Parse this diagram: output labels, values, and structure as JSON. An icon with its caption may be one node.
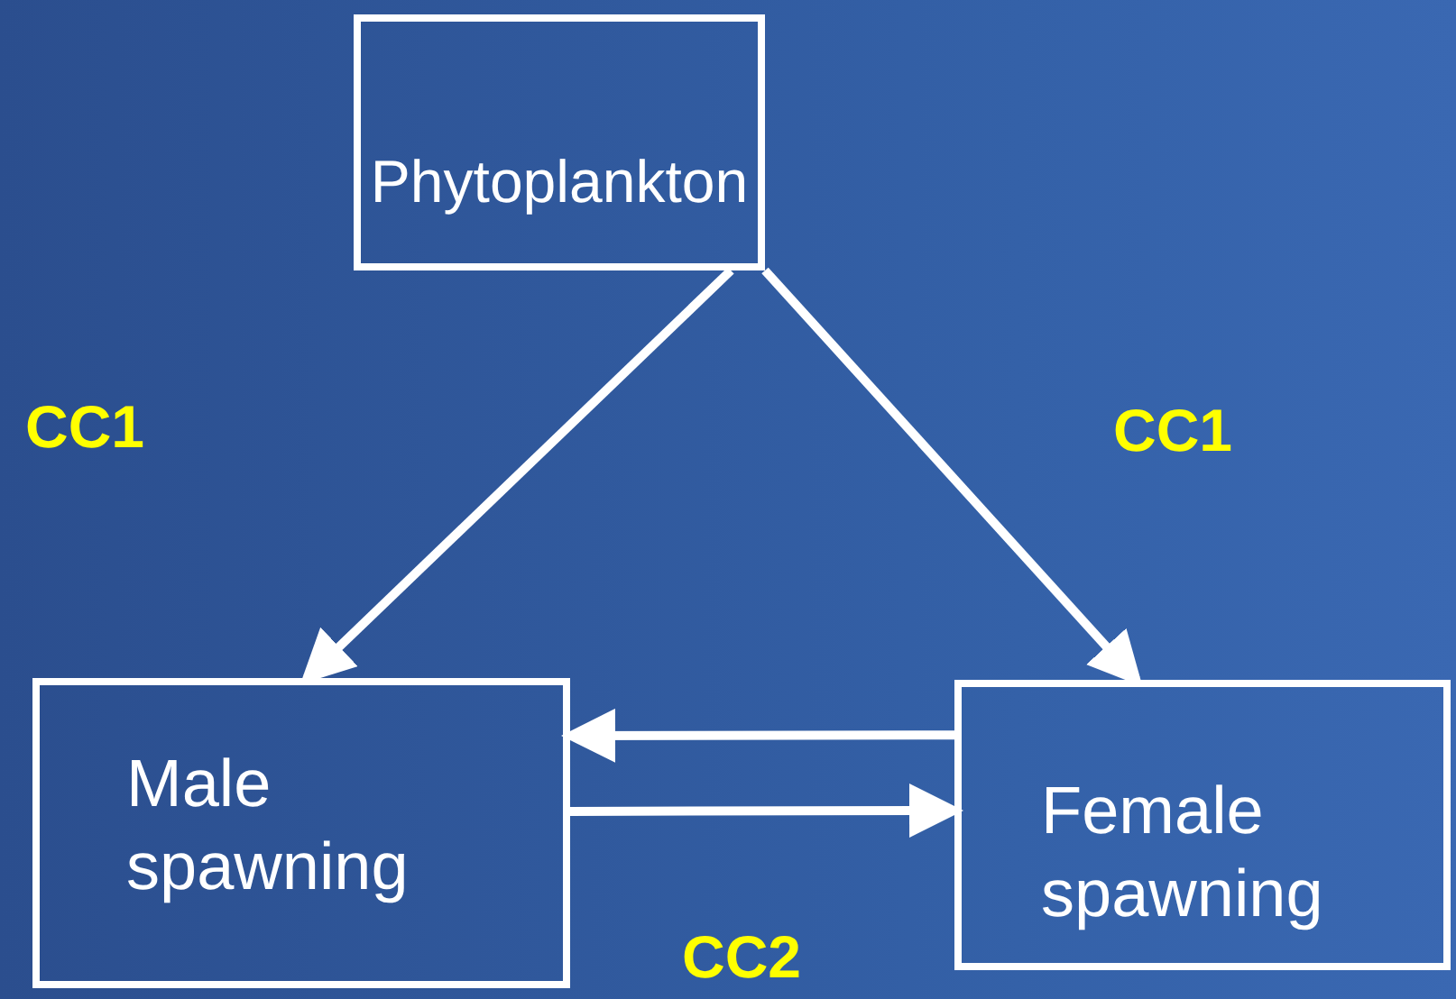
{
  "diagram": {
    "nodes": [
      {
        "text": [
          "Phytoplankton"
        ]
      },
      {
        "text": [
          "Male spawning"
        ]
      },
      {
        "text": [
          "Female spawning"
        ]
      }
    ],
    "edges": [
      {
        "from": 0,
        "to": 1,
        "arrow": "to"
      },
      {
        "from": 0,
        "to": 2,
        "arrow": "to"
      },
      {
        "from": 2,
        "to": 1,
        "arrow": "to"
      },
      {
        "from": 1,
        "to": 2,
        "arrow": "to"
      }
    ],
    "labels": [
      "CC1",
      "CC1",
      "CC2"
    ]
  }
}
